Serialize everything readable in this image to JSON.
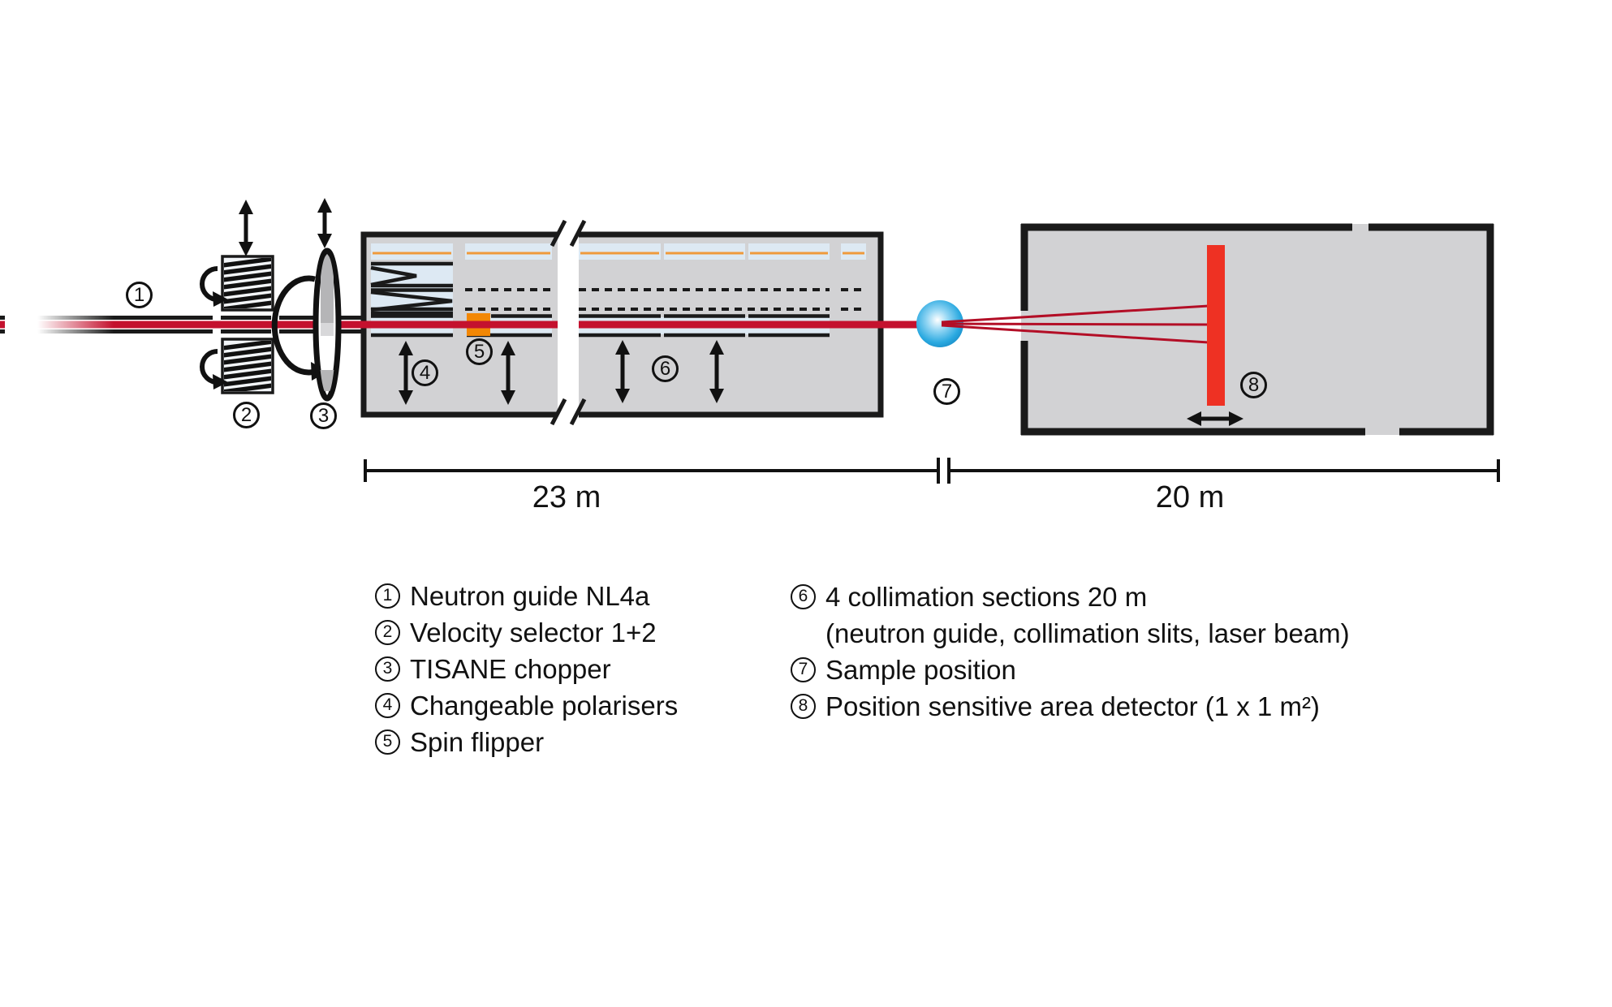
{
  "diagram": {
    "component_labels": [
      "1",
      "2",
      "3",
      "4",
      "5",
      "6",
      "7",
      "8"
    ],
    "dimensions": {
      "collimation": "23 m",
      "detector": "20 m"
    }
  },
  "legend": {
    "left": [
      {
        "num": "1",
        "text": "Neutron guide NL4a"
      },
      {
        "num": "2",
        "text": "Velocity selector 1+2"
      },
      {
        "num": "3",
        "text": "TISANE chopper"
      },
      {
        "num": "4",
        "text": "Changeable polarisers"
      },
      {
        "num": "5",
        "text": "Spin flipper"
      }
    ],
    "right": [
      {
        "num": "6",
        "text": "4 collimation sections 20 m"
      },
      {
        "num": "",
        "text": "(neutron guide, collimation slits, laser beam)"
      },
      {
        "num": "7",
        "text": "Sample position"
      },
      {
        "num": "8",
        "text": "Position sensitive area detector (1 x 1 m²)"
      }
    ]
  },
  "colors": {
    "beam_red": "#c4112e",
    "ray_red": "#b30e26",
    "detector_red": "#ee3123",
    "flipper_orange": "#f28705",
    "laser_orange": "#ef9a3c",
    "light_blue": "#dde9f3",
    "housing_gray": "#d2d2d4",
    "sample_blue": "#2aa9e0"
  }
}
